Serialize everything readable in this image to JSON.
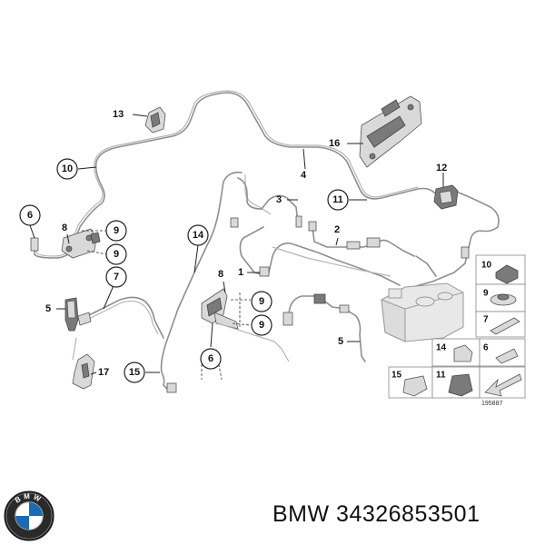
{
  "callouts": [
    {
      "id": "c13",
      "text": "13",
      "style": "plain"
    },
    {
      "id": "c10a",
      "text": "10",
      "style": "circle"
    },
    {
      "id": "c4",
      "text": "4",
      "style": "plain"
    },
    {
      "id": "c16",
      "text": "16",
      "style": "plain"
    },
    {
      "id": "c12",
      "text": "12",
      "style": "plain"
    },
    {
      "id": "c11a",
      "text": "11",
      "style": "circle"
    },
    {
      "id": "c3",
      "text": "3",
      "style": "plain"
    },
    {
      "id": "c6a",
      "text": "6",
      "style": "circle"
    },
    {
      "id": "c8a",
      "text": "8",
      "style": "plain"
    },
    {
      "id": "c9a",
      "text": "9",
      "style": "circle"
    },
    {
      "id": "c9b",
      "text": "9",
      "style": "circle"
    },
    {
      "id": "c14a",
      "text": "14",
      "style": "circle"
    },
    {
      "id": "c2",
      "text": "2",
      "style": "plain"
    },
    {
      "id": "c7a",
      "text": "7",
      "style": "circle"
    },
    {
      "id": "c8b",
      "text": "8",
      "style": "plain"
    },
    {
      "id": "c1",
      "text": "1",
      "style": "plain"
    },
    {
      "id": "c5a",
      "text": "5",
      "style": "plain"
    },
    {
      "id": "c9c",
      "text": "9",
      "style": "circle"
    },
    {
      "id": "c9d",
      "text": "9",
      "style": "circle"
    },
    {
      "id": "c5b",
      "text": "5",
      "style": "plain"
    },
    {
      "id": "c6b",
      "text": "6",
      "style": "circle"
    },
    {
      "id": "c17",
      "text": "17",
      "style": "plain"
    },
    {
      "id": "c15a",
      "text": "15",
      "style": "circle"
    }
  ],
  "legend": [
    {
      "id": "l10",
      "text": "10"
    },
    {
      "id": "l9",
      "text": "9"
    },
    {
      "id": "l7",
      "text": "7"
    },
    {
      "id": "l14",
      "text": "14"
    },
    {
      "id": "l6",
      "text": "6"
    },
    {
      "id": "l15",
      "text": "15"
    },
    {
      "id": "l11",
      "text": "11"
    }
  ],
  "reference_number": "195887",
  "footer": {
    "part_text": "BMW 34326853501",
    "logo_letters": "BMW"
  }
}
